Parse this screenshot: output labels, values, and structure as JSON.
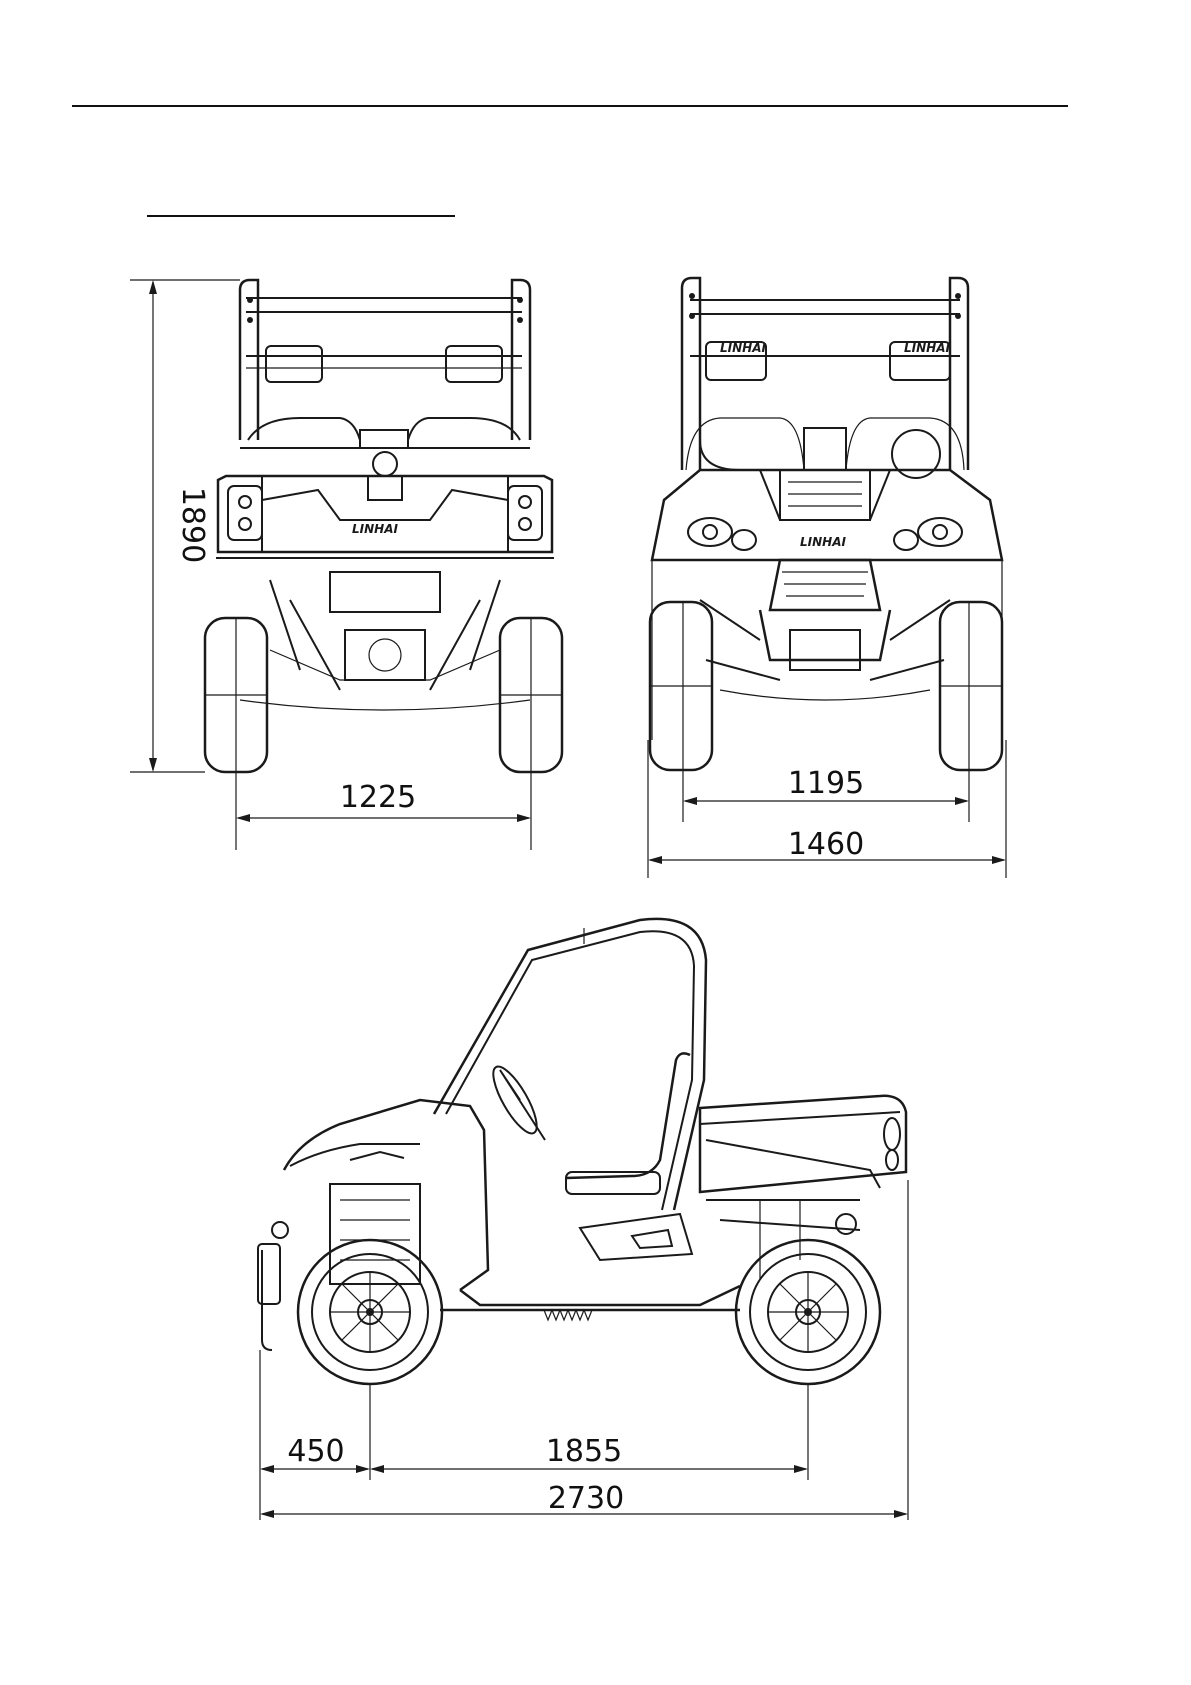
{
  "dimensions": {
    "overall_height": "1890",
    "rear_track": "1225",
    "front_track": "1195",
    "overall_width": "1460",
    "front_overhang": "450",
    "wheelbase": "1855",
    "overall_length": "2730"
  },
  "branding": {
    "rear_logo": "LINHAI",
    "front_logo": "LINHAI",
    "mirror_label": "LINHAI"
  }
}
